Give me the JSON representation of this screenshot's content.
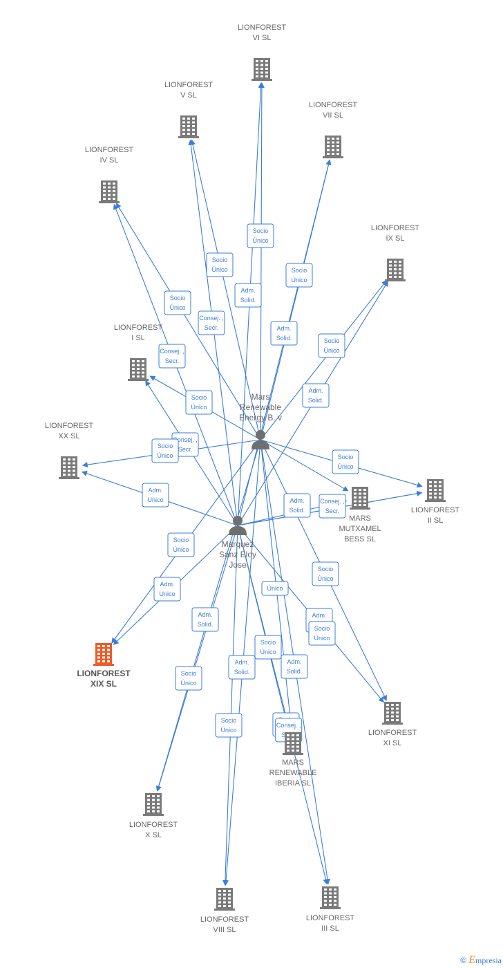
{
  "colors": {
    "edge": "#3b7dd8",
    "company": "#7a7a7a",
    "highlight": "#f05a28",
    "person": "#6f6f6f"
  },
  "people": [
    {
      "id": "mars",
      "name": [
        "Mars",
        "Renewable",
        "Energy B. v"
      ]
    },
    {
      "id": "jose",
      "name": [
        "Marquez",
        "Sanz Eloy",
        "Jose"
      ]
    }
  ],
  "companies": [
    {
      "id": "vi",
      "name": [
        "LIONFOREST",
        "VI  SL"
      ]
    },
    {
      "id": "v",
      "name": [
        "LIONFOREST",
        "V  SL"
      ]
    },
    {
      "id": "vii",
      "name": [
        "LIONFOREST",
        "VII  SL"
      ]
    },
    {
      "id": "iv",
      "name": [
        "LIONFOREST",
        "IV  SL"
      ]
    },
    {
      "id": "ix",
      "name": [
        "LIONFOREST",
        "IX  SL"
      ]
    },
    {
      "id": "i",
      "name": [
        "LIONFOREST",
        "I  SL"
      ]
    },
    {
      "id": "xx",
      "name": [
        "LIONFOREST",
        "XX  SL"
      ]
    },
    {
      "id": "ii",
      "name": [
        "LIONFOREST",
        "II  SL"
      ]
    },
    {
      "id": "mutxamel",
      "name": [
        "MARS",
        "MUTXAMEL",
        "BESS  SL"
      ]
    },
    {
      "id": "xix",
      "name": [
        "LIONFOREST",
        "XIX  SL"
      ],
      "highlight": true
    },
    {
      "id": "xi",
      "name": [
        "LIONFOREST",
        "XI  SL"
      ]
    },
    {
      "id": "iberia",
      "name": [
        "MARS",
        "RENEWABLE",
        "IBERIA  SL"
      ]
    },
    {
      "id": "x",
      "name": [
        "LIONFOREST",
        "X  SL"
      ]
    },
    {
      "id": "viii",
      "name": [
        "LIONFOREST",
        "VIII  SL"
      ]
    },
    {
      "id": "iii",
      "name": [
        "LIONFOREST",
        "III  SL"
      ]
    }
  ],
  "edges": [
    {
      "from": "mars",
      "to": "vi",
      "label": [
        "Socio",
        "Único"
      ]
    },
    {
      "from": "jose",
      "to": "vi",
      "label": [
        "Adm.",
        "Solid."
      ]
    },
    {
      "from": "mars",
      "to": "v",
      "label": [
        "Socio",
        "Único"
      ]
    },
    {
      "from": "jose",
      "to": "v",
      "label": [
        "Consej. ,",
        "Secr."
      ]
    },
    {
      "from": "mars",
      "to": "vii",
      "label": [
        "Socio",
        "Único"
      ]
    },
    {
      "from": "jose",
      "to": "vii",
      "label": [
        "Adm.",
        "Solid."
      ]
    },
    {
      "from": "mars",
      "to": "iv",
      "label": [
        "Socio",
        "Único"
      ]
    },
    {
      "from": "jose",
      "to": "iv",
      "label": [
        "Consej. ,",
        "Secr."
      ]
    },
    {
      "from": "mars",
      "to": "ix",
      "label": [
        "Socio",
        "Único"
      ]
    },
    {
      "from": "jose",
      "to": "ix",
      "label": [
        "Adm.",
        "Solid."
      ]
    },
    {
      "from": "mars",
      "to": "i",
      "label": [
        "Socio",
        "Único"
      ]
    },
    {
      "from": "jose",
      "to": "i",
      "label": [
        "Consej. ,",
        "Secr."
      ]
    },
    {
      "from": "mars",
      "to": "xx",
      "label": [
        "Socio",
        "Único"
      ]
    },
    {
      "from": "jose",
      "to": "xx",
      "label": [
        "Adm.",
        "Unico"
      ]
    },
    {
      "from": "mars",
      "to": "ii",
      "label": [
        "Socio",
        "Único"
      ]
    },
    {
      "from": "jose",
      "to": "ii",
      "label": [
        "Consej. ,",
        "Secr."
      ]
    },
    {
      "from": "jose",
      "to": "ii",
      "label": [
        "Adm.",
        "Solid."
      ]
    },
    {
      "from": "mars",
      "to": "mutxamel",
      "label": [
        "Socio",
        "Único"
      ]
    },
    {
      "from": "jose",
      "to": "mutxamel",
      "label": [
        "Adm.",
        "Unico"
      ]
    },
    {
      "from": "mars",
      "to": "xix",
      "label": [
        "Socio",
        "Único"
      ]
    },
    {
      "from": "jose",
      "to": "xix",
      "label": [
        "Adm.",
        "Unico"
      ]
    },
    {
      "from": "mars",
      "to": "xi",
      "label": [
        "Socio",
        "Único"
      ]
    },
    {
      "from": "jose",
      "to": "xi",
      "label": [
        "Único"
      ]
    },
    {
      "from": "mars",
      "to": "iberia",
      "label": [
        "Socio",
        "Único"
      ]
    },
    {
      "from": "jose",
      "to": "iberia",
      "label": [
        "Adm.",
        "Solid."
      ]
    },
    {
      "from": "mars",
      "to": "x",
      "label": [
        "Socio",
        "Único"
      ]
    },
    {
      "from": "jose",
      "to": "x",
      "label": [
        "Adm.",
        "Solid."
      ]
    },
    {
      "from": "mars",
      "to": "viii",
      "label": [
        "Socio",
        "Único"
      ]
    },
    {
      "from": "jose",
      "to": "viii",
      "label": [
        "Adm.",
        "Solid."
      ]
    },
    {
      "from": "mars",
      "to": "iii",
      "label": [
        "Socio",
        "Único"
      ]
    },
    {
      "from": "jose",
      "to": "iii",
      "label": [
        "Consej. ,",
        "Secr."
      ]
    }
  ],
  "footer": {
    "copyright": "©",
    "brand_initial": "E",
    "brand_rest": "mpresia"
  }
}
